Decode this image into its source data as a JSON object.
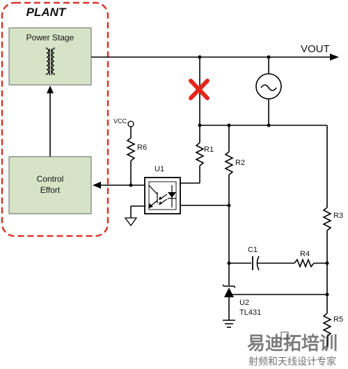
{
  "plant": {
    "title": "PLANT",
    "border_color": "#d9342b",
    "power_stage_label": "Power Stage",
    "control_label_line1": "Control",
    "control_label_line2": "Effort",
    "box_fill": "#d6e3c6"
  },
  "output_label": "VOUT",
  "vcc_label": "VCC",
  "components": {
    "r6": "R6",
    "r1": "R1",
    "r2": "R2",
    "r3": "R3",
    "r4": "R4",
    "r5": "R5",
    "c1": "C1",
    "u1": "U1",
    "u2": "U2",
    "u2_part": "TL431"
  },
  "markers": {
    "break_mark_color": "#e3261b",
    "break_mark_icon": "x-cross-icon",
    "ac_source_icon": "tilde-icon"
  },
  "watermark": {
    "line1": "易迪拓培训",
    "line2": "射频和天线设计专家",
    "color": "#d8322a"
  }
}
